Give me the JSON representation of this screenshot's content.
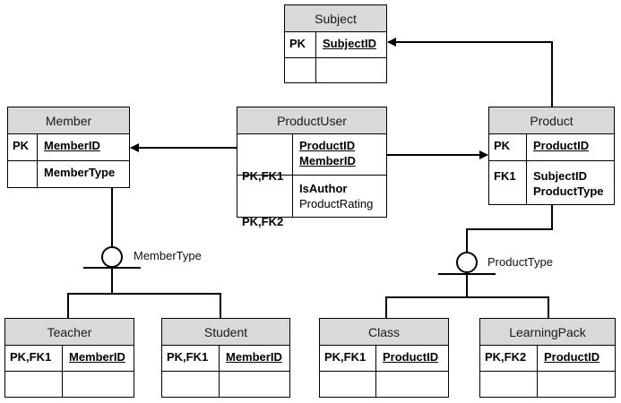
{
  "entities": {
    "subject": {
      "title": "Subject",
      "key": "PK",
      "attr": "SubjectID"
    },
    "member": {
      "title": "Member",
      "key": "PK",
      "attr": "MemberID",
      "attr2": "MemberType"
    },
    "productuser": {
      "title": "ProductUser",
      "key1": "PK,FK1",
      "key2": "PK,FK2",
      "attr1": "ProductID",
      "attr2": "MemberID",
      "attr3": "IsAuthor",
      "attr4": "ProductRating"
    },
    "product": {
      "title": "Product",
      "key": "PK",
      "attr": "ProductID",
      "key2": "FK1",
      "attr2": "SubjectID",
      "attr3": "ProductType"
    },
    "teacher": {
      "title": "Teacher",
      "key": "PK,FK1",
      "attr": "MemberID"
    },
    "student": {
      "title": "Student",
      "key": "PK,FK1",
      "attr": "MemberID"
    },
    "class": {
      "title": "Class",
      "key": "PK,FK1",
      "attr": "ProductID"
    },
    "learningpack": {
      "title": "LearningPack",
      "key": "PK,FK2",
      "attr": "ProductID"
    }
  },
  "discriminators": {
    "member": "MemberType",
    "product": "ProductType"
  },
  "colors": {
    "header": "#d9d9d9",
    "line": "#000000"
  }
}
